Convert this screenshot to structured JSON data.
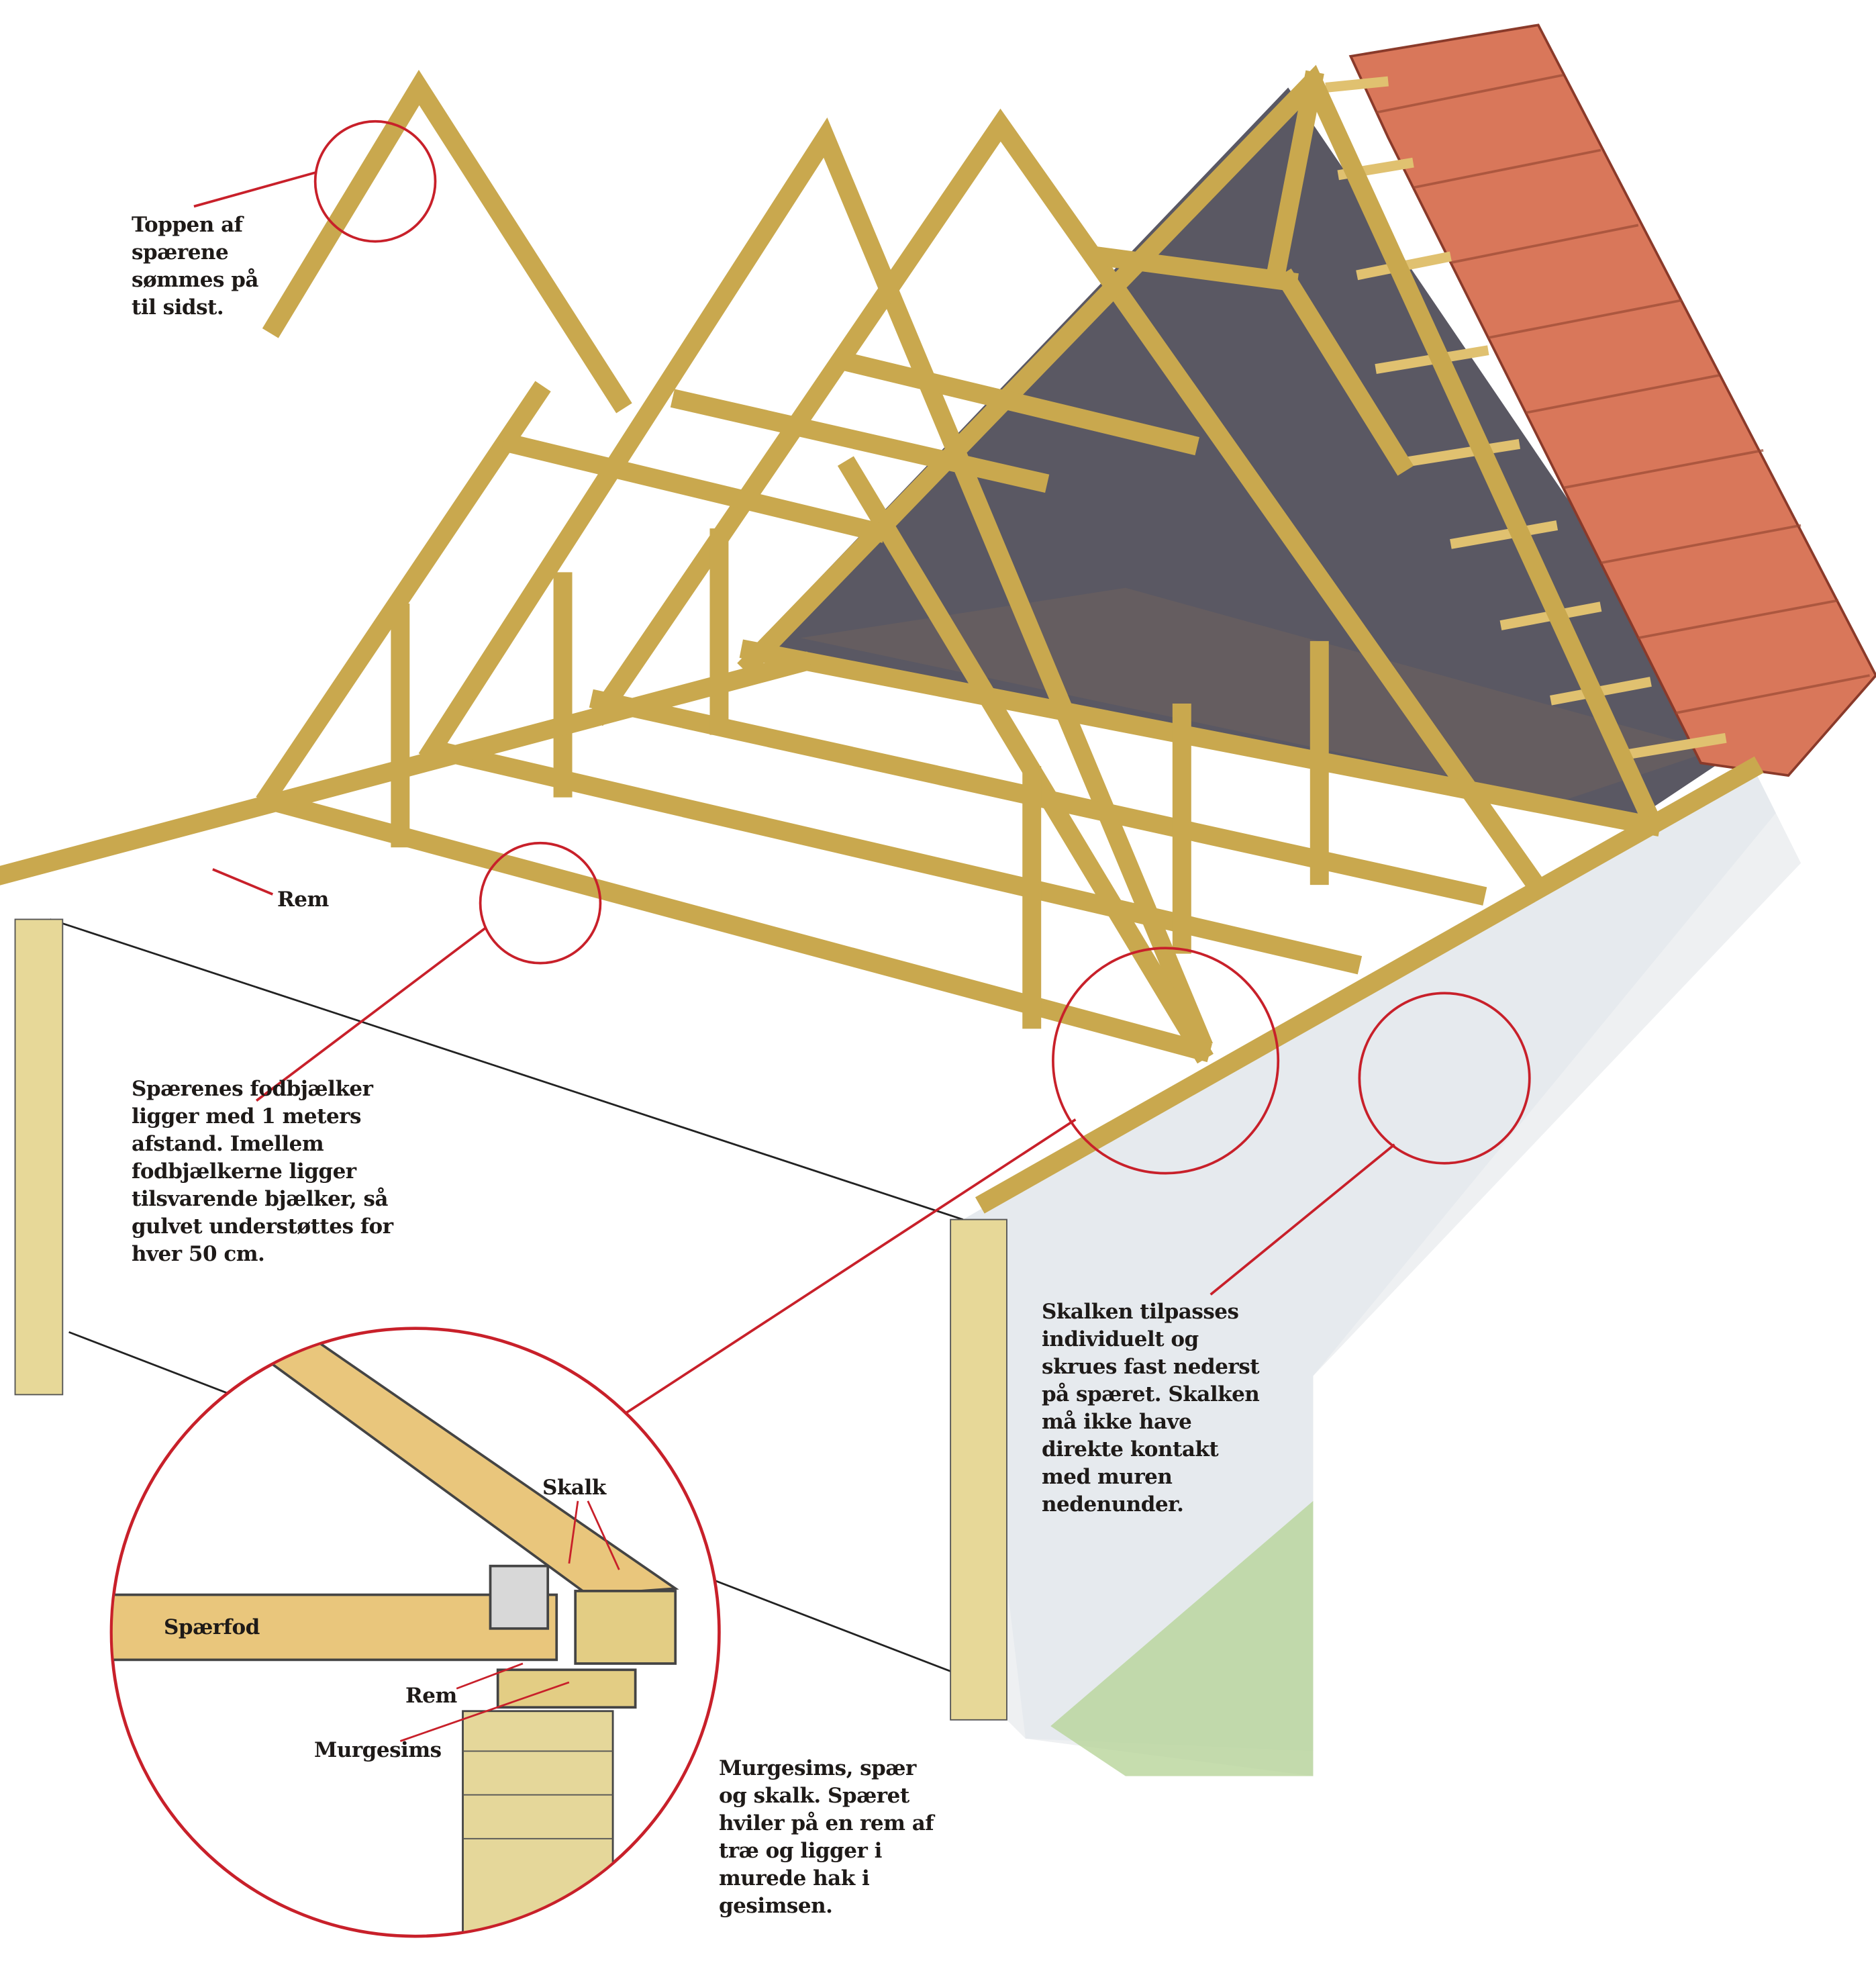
{
  "annotations": {
    "top": "Toppen af\nspærene\nsømmes på\ntil sidst.",
    "rem": "Rem",
    "floor_beams": "Spærenes fodbjælker\nligger med 1 meters\nafstand. Imellem\nfodbjælkerne ligger\ntilsvarende bjælker, så\ngulvet understøttes for\nhver 50 cm.",
    "skalk_note": "Skalken tilpasses\nindividuelt og\nskrues fast nederst\npå spæret. Skalken\nmå ikke have\ndirekte kontakt\nmed muren\nnedenunder.",
    "cornice_note": "Murgesims, spær\nog skalk. Spæret\nhviler på en rem af\ntræ og ligger i\nmurede hak i\ngesimsen."
  },
  "detail": {
    "skalk": "Skalk",
    "spaerfod": "Spærfod",
    "rem": "Rem",
    "murgesims": "Murgesims"
  },
  "colors": {
    "wood": "#e8cc7e",
    "wood_edge": "#7a6a3a",
    "tile": "#d9775a",
    "callout": "#c8202a",
    "wall": "#eef0f0",
    "shadow": "#3c3a44"
  }
}
